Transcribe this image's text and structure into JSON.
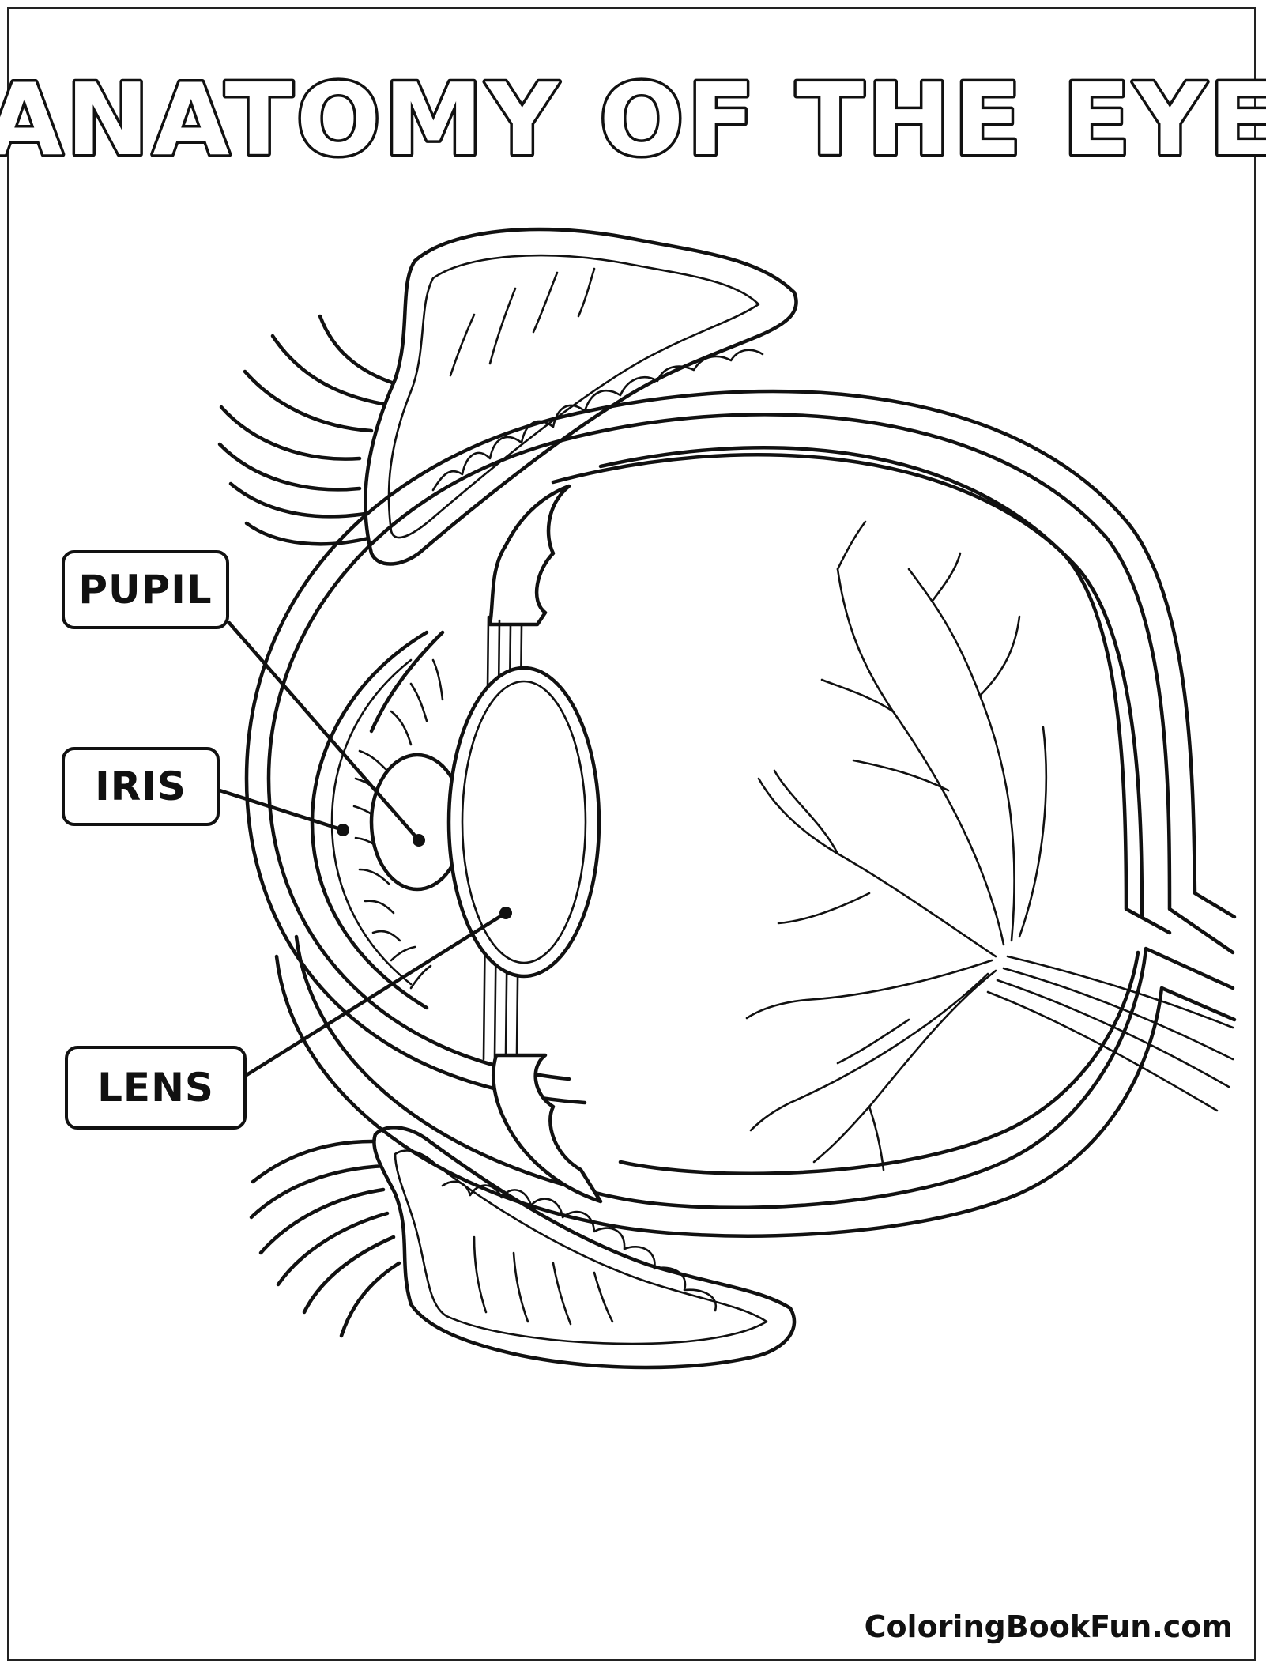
{
  "title": "ANATOMY OF THE EYE",
  "labels": {
    "pupil": "PUPIL",
    "iris": "IRIS",
    "lens": "LENS"
  },
  "footer": {
    "credit": "ColoringBookFun.com"
  },
  "colors": {
    "ink": "#111111",
    "paper": "#ffffff"
  }
}
